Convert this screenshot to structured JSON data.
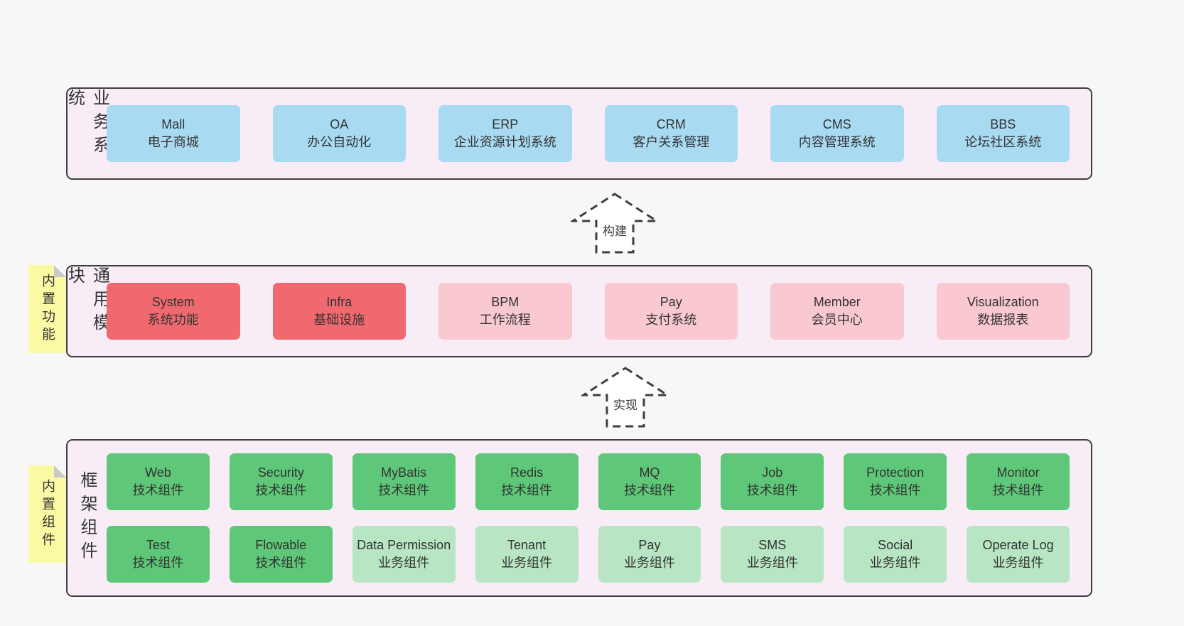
{
  "bands": [
    {
      "label": "业务系统",
      "boxes": [
        {
          "name": "Mall",
          "subtitle": "电子商城"
        },
        {
          "name": "OA",
          "subtitle": "办公自动化"
        },
        {
          "name": "ERP",
          "subtitle": "企业资源计划系统"
        },
        {
          "name": "CRM",
          "subtitle": "客户关系管理"
        },
        {
          "name": "CMS",
          "subtitle": "内容管理系统"
        },
        {
          "name": "BBS",
          "subtitle": "论坛社区系统"
        }
      ]
    },
    {
      "label": "通用模块",
      "sticky": "内置功能",
      "boxes": [
        {
          "name": "System",
          "subtitle": "系统功能"
        },
        {
          "name": "Infra",
          "subtitle": "基础设施"
        },
        {
          "name": "BPM",
          "subtitle": "工作流程"
        },
        {
          "name": "Pay",
          "subtitle": "支付系统"
        },
        {
          "name": "Member",
          "subtitle": "会员中心"
        },
        {
          "name": "Visualization",
          "subtitle": "数据报表"
        }
      ]
    },
    {
      "label": "框架组件",
      "sticky": "内置组件",
      "rows": [
        [
          {
            "name": "Web",
            "subtitle": "技术组件"
          },
          {
            "name": "Security",
            "subtitle": "技术组件"
          },
          {
            "name": "MyBatis",
            "subtitle": "技术组件"
          },
          {
            "name": "Redis",
            "subtitle": "技术组件"
          },
          {
            "name": "MQ",
            "subtitle": "技术组件"
          },
          {
            "name": "Job",
            "subtitle": "技术组件"
          },
          {
            "name": "Protection",
            "subtitle": "技术组件"
          },
          {
            "name": "Monitor",
            "subtitle": "技术组件"
          }
        ],
        [
          {
            "name": "Test",
            "subtitle": "技术组件"
          },
          {
            "name": "Flowable",
            "subtitle": "技术组件"
          },
          {
            "name": "Data Permission",
            "subtitle": "业务组件"
          },
          {
            "name": "Tenant",
            "subtitle": "业务组件"
          },
          {
            "name": "Pay",
            "subtitle": "业务组件"
          },
          {
            "name": "SMS",
            "subtitle": "业务组件"
          },
          {
            "name": "Social",
            "subtitle": "业务组件"
          },
          {
            "name": "Operate Log",
            "subtitle": "业务组件"
          }
        ]
      ]
    }
  ],
  "arrows": [
    {
      "label": "构建"
    },
    {
      "label": "实现"
    }
  ],
  "colors": {
    "page_bg": "#f7f7f7",
    "band_bg": "#f8edf7",
    "band_border": "#3f3f3f",
    "business_box": "#a8dbf2",
    "core_module_box": "#f0696f",
    "optional_module_box": "#f9c8d0",
    "tech_component_box": "#5ec878",
    "biz_component_box": "#b8e5c3",
    "sticky_note": "#fafaa5",
    "sticky_fold": "#c9c9c9",
    "text": "#333333"
  }
}
